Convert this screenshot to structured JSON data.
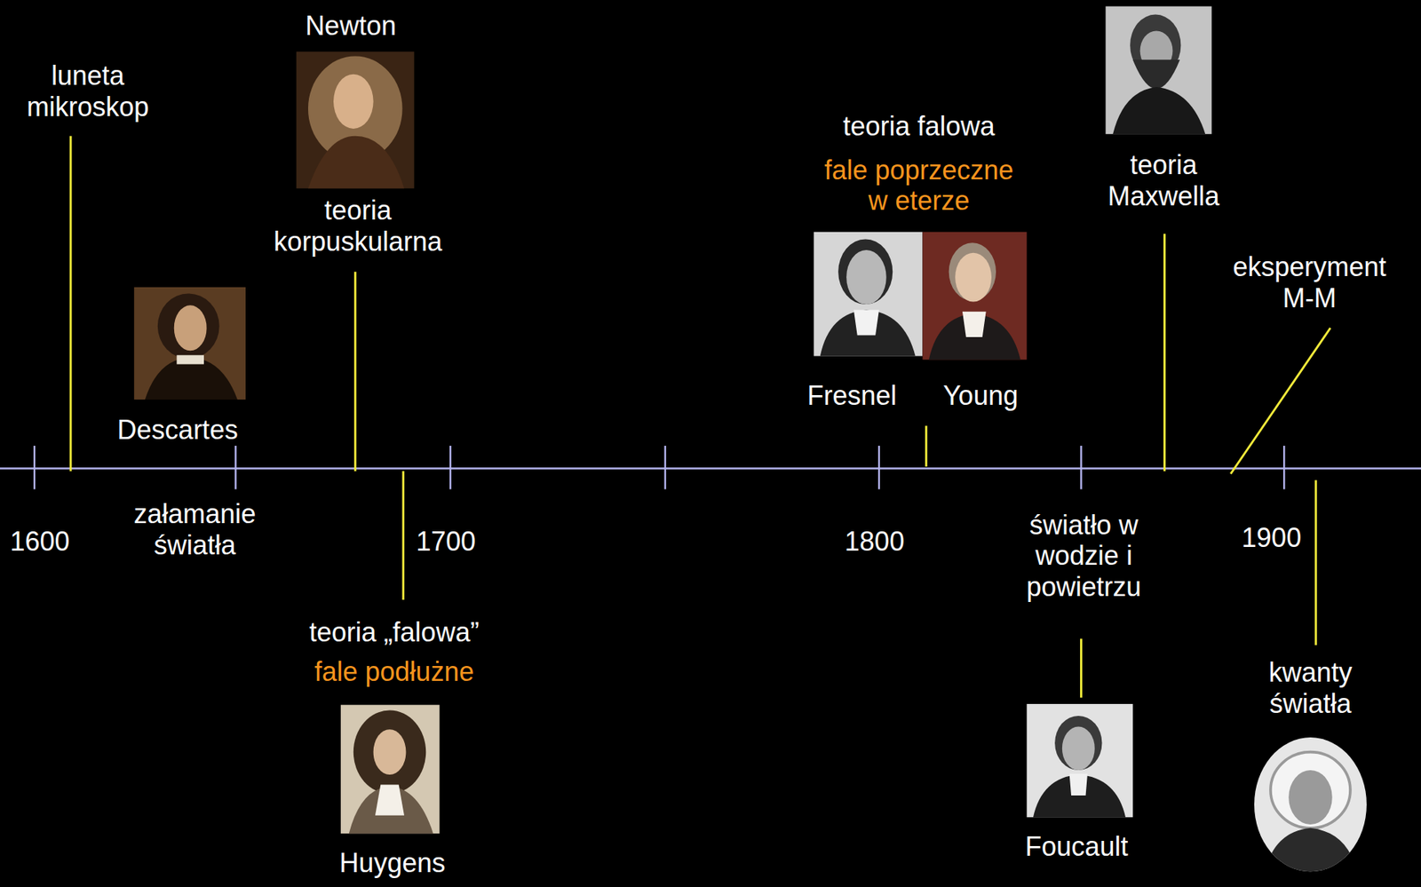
{
  "diagram": {
    "labels": [
      "luneta mikroskop",
      "Newton",
      "teoria korpuskularna",
      "Descartes",
      "załamanie światła",
      "1600",
      "1700",
      "teoria „falowa”",
      "fale podłużne",
      "Huygens",
      "teoria falowa",
      "fale poprzeczne w eterze",
      "Fresnel",
      "Young",
      "1800",
      "teoria Maxwella",
      "eksperyment M-M",
      "światło w wodzie i powietrzu",
      "Foucault",
      "1900",
      "kwanty światła"
    ]
  }
}
